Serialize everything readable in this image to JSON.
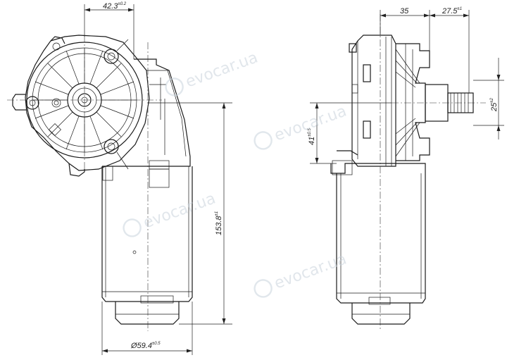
{
  "dimensions": {
    "top_left_width": {
      "value": "42.3",
      "tol": "±0.2"
    },
    "top_right_a": {
      "value": "35",
      "tol": ""
    },
    "top_right_b": {
      "value": "27.5",
      "tol": "±1"
    },
    "shaft_diameter": {
      "value": "25",
      "tol": "±2"
    },
    "left_height": {
      "value": "153.8",
      "tol": "±1"
    },
    "right_height": {
      "value": "41",
      "tol": "±0.5"
    },
    "body_diameter": {
      "value": "Ø59.4",
      "tol": "±0.5"
    }
  },
  "watermark": {
    "text": "evocar.ua"
  },
  "colors": {
    "line": "#1a1a1a",
    "watermark": "#c9d3dc"
  }
}
